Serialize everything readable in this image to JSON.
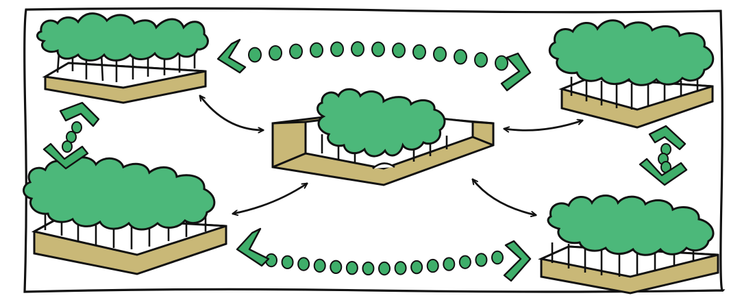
{
  "diagram": {
    "style": "hand-drawn sketch",
    "colors": {
      "background": "#ffffff",
      "outline": "#111111",
      "foliage": "#4cb87a",
      "ground": "#c9b877",
      "marker": "#3fae6a"
    },
    "nodes": [
      {
        "id": "patch-top-left",
        "icon": "habitat-patch"
      },
      {
        "id": "patch-bottom-left",
        "icon": "habitat-patch"
      },
      {
        "id": "patch-top-right",
        "icon": "habitat-patch"
      },
      {
        "id": "patch-bottom-right",
        "icon": "habitat-patch"
      },
      {
        "id": "hub-center",
        "icon": "hexagonal-planter"
      }
    ],
    "connections": [
      {
        "from": "hub-center",
        "to": "patch-top-left",
        "style": "double-arrow"
      },
      {
        "from": "hub-center",
        "to": "patch-bottom-left",
        "style": "double-arrow"
      },
      {
        "from": "hub-center",
        "to": "patch-top-right",
        "style": "double-arrow"
      },
      {
        "from": "hub-center",
        "to": "patch-bottom-right",
        "style": "double-arrow"
      },
      {
        "from": "patch-top-left",
        "to": "patch-top-right",
        "style": "dotted-corridor"
      },
      {
        "from": "patch-bottom-left",
        "to": "patch-bottom-right",
        "style": "dotted-corridor"
      },
      {
        "from": "patch-top-left",
        "to": "patch-bottom-left",
        "style": "dotted-corridor"
      },
      {
        "from": "patch-top-right",
        "to": "patch-bottom-right",
        "style": "dotted-corridor"
      }
    ]
  }
}
